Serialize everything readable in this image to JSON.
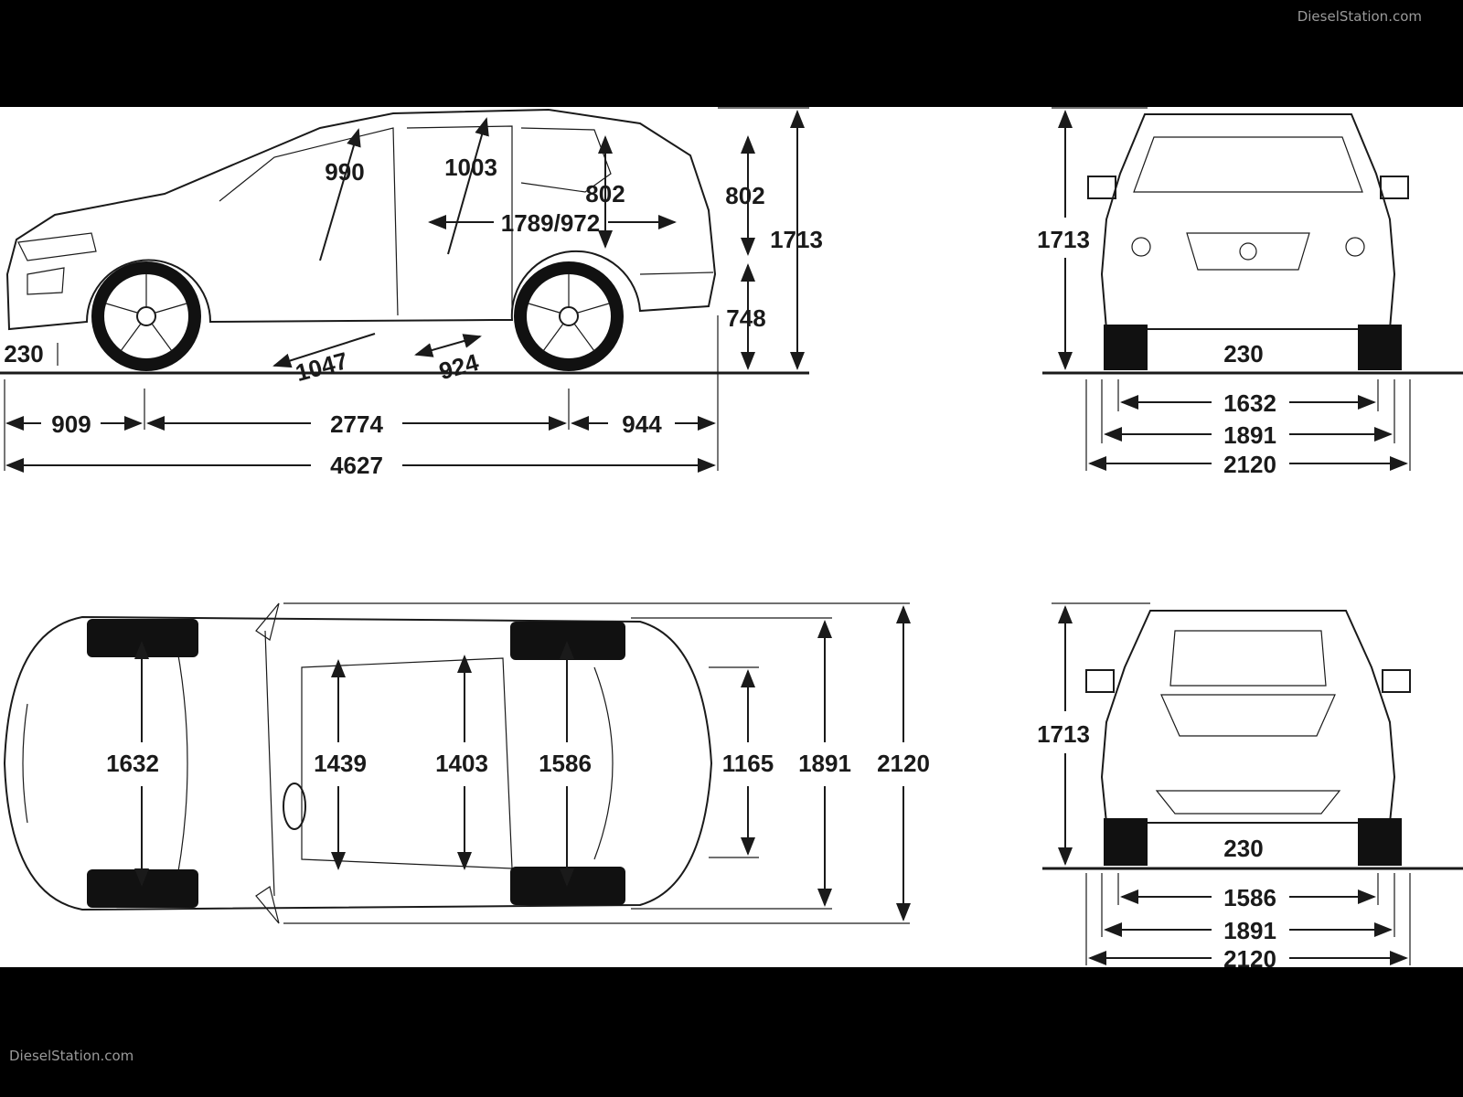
{
  "watermark": "DieselStation.com",
  "side_view": {
    "front_headroom": "990",
    "rear_headroom": "1003",
    "cargo_height": "802",
    "cargo_length": "1789/972",
    "rear_height_upper": "802",
    "overall_height": "1713",
    "rear_height_lower": "748",
    "ground_clearance": "230",
    "front_legroom": "1047",
    "rear_legroom": "924",
    "front_overhang": "909",
    "wheelbase": "2774",
    "rear_overhang": "944",
    "overall_length": "4627"
  },
  "front_view": {
    "height": "1713",
    "ground_clearance": "230",
    "front_track": "1632",
    "body_width": "1891",
    "width_with_mirrors": "2120"
  },
  "top_view": {
    "front_track": "1632",
    "front_shoulder": "1439",
    "rear_shoulder": "1403",
    "rear_track": "1586",
    "cargo_width": "1165",
    "body_width": "1891",
    "width_with_mirrors": "2120"
  },
  "rear_view": {
    "height": "1713",
    "ground_clearance": "230",
    "rear_track": "1586",
    "body_width": "1891",
    "width_with_mirrors": "2120"
  }
}
